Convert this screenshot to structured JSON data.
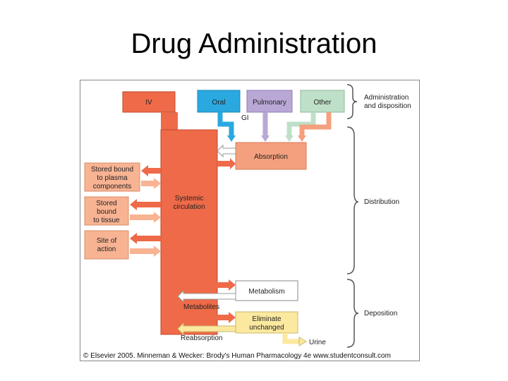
{
  "title": "Drug Administration",
  "routes": {
    "iv": "IV",
    "oral": "Oral",
    "pulmonary": "Pulmonary",
    "other": "Other",
    "gi": "GI"
  },
  "central": {
    "systemic": [
      "Systemic",
      "circulation"
    ],
    "absorption": "Absorption"
  },
  "left_boxes": {
    "plasma": [
      "Stored bound",
      "to plasma",
      "components"
    ],
    "tissue": [
      "Stored",
      "bound",
      "to tissue"
    ],
    "action": [
      "Site of",
      "action"
    ]
  },
  "lower": {
    "metabolism": "Metabolism",
    "metabolites": "Metabolites",
    "eliminate": [
      "Eliminate",
      "unchanged"
    ],
    "reabsorption": "Reabsorption",
    "urine": "Urine"
  },
  "phases": {
    "administration": [
      "Administration",
      "and disposition"
    ],
    "distribution": "Distribution",
    "deposition": "Deposition"
  },
  "credit": "© Elsevier 2005. Minneman & Wecker: Brody's Human Pharmacology 4e www.studentconsult.com",
  "colors": {
    "iv": "#ee6a48",
    "oral": "#2aa8e0",
    "pulmonary": "#b9a8d6",
    "other": "#bfe0c8",
    "absorption": "#f4a07e",
    "left_box": "#f8b393",
    "eliminate": "#fbe9a0",
    "brace": "#555555"
  }
}
